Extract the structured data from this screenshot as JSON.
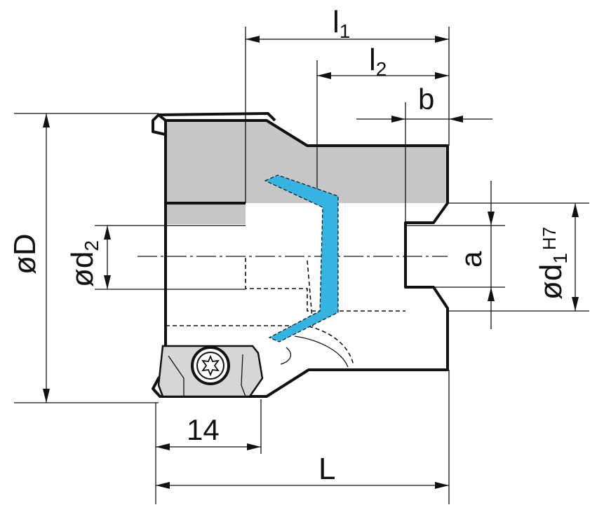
{
  "colors": {
    "section_fill": "#c6c6c6",
    "coolant": "#35b3e1",
    "outline": "#111111"
  },
  "labels": {
    "l1_main": "l",
    "l1_sub": "1",
    "l2_main": "l",
    "l2_sub": "2",
    "b": "b",
    "D": "øD",
    "d2_main": "ød",
    "d2_sub": "2",
    "a": "a",
    "d1_main": "ød",
    "d1_sub": "1",
    "d1_tol": "H7",
    "width_14": "14",
    "L": "L"
  },
  "icons": {
    "insert_screw": "torx-screw-icon",
    "insert": "cutting-insert-icon"
  }
}
